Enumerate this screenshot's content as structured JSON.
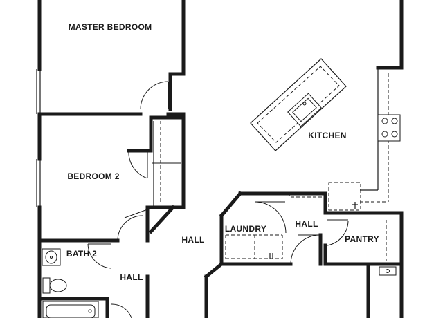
{
  "rooms": {
    "master_bedroom": "MASTER BEDROOM",
    "bedroom_2": "BEDROOM 2",
    "kitchen": "KITCHEN",
    "hall_main": "HALL",
    "laundry": "LAUNDRY",
    "hall_laundry": "HALL",
    "pantry": "PANTRY",
    "bath_2": "BATH 2",
    "hall_bath": "HALL"
  }
}
